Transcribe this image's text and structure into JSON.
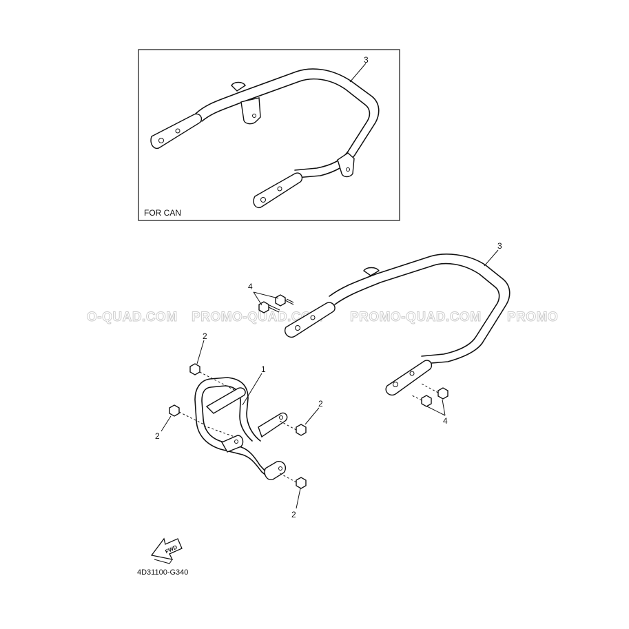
{
  "inset": {
    "label": "FOR CAN",
    "part_number": "3"
  },
  "callouts": {
    "part1": "1",
    "part2a": "2",
    "part2b": "2",
    "part2c": "2",
    "part2d": "2",
    "part3": "3",
    "part4a": "4",
    "part4b": "4"
  },
  "watermark": {
    "w1": "O-QUAD.COM",
    "w2": "PROMO-QUAD.COM",
    "w3": "PROMO-QUAD.COM",
    "w4": "PROMO"
  },
  "fwd": {
    "label": "FWD"
  },
  "diagram_code": "4D31100-G340"
}
